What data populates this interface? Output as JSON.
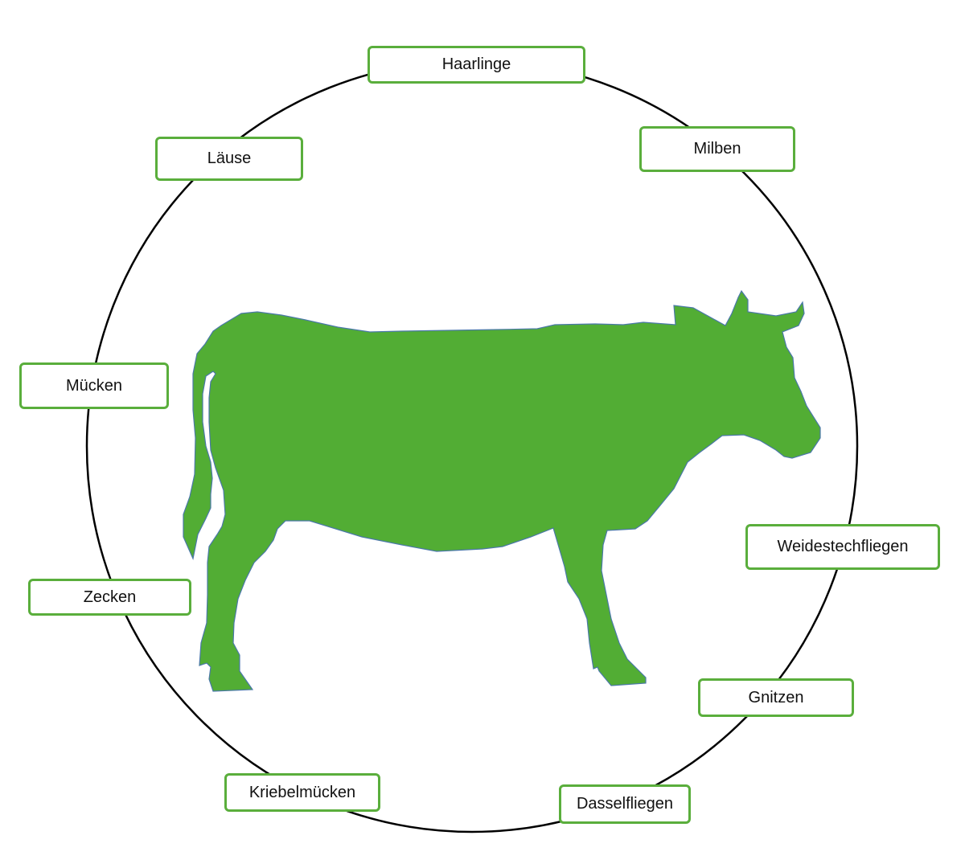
{
  "colors": {
    "cow_fill": "#52ad34",
    "cow_stroke": "#4a78a8",
    "box_border": "#5aae3c",
    "circle": "#000000"
  },
  "labels": {
    "haarlinge": "Haarlinge",
    "laeuse": "Läuse",
    "milben": "Milben",
    "muecken": "Mücken",
    "weidestechfliegen": "Weidestechfliegen",
    "zecken": "Zecken",
    "gnitzen": "Gnitzen",
    "kriebelmuecken": "Kriebelmücken",
    "dasselfliegen": "Dasselfliegen"
  }
}
